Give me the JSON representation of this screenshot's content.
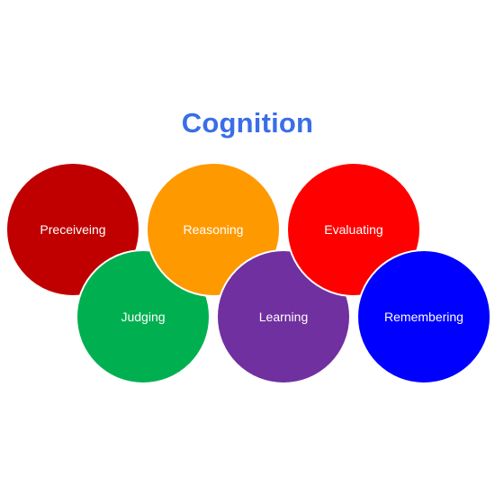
{
  "diagram": {
    "title": "Cognition",
    "title_color": "#3a6ee8",
    "nodes": [
      {
        "label": "Preceiveing",
        "color": "#c00000"
      },
      {
        "label": "Judging",
        "color": "#00b050"
      },
      {
        "label": "Reasoning",
        "color": "#ff9900"
      },
      {
        "label": "Learning",
        "color": "#7030a0"
      },
      {
        "label": "Evaluating",
        "color": "#ff0000"
      },
      {
        "label": "Remembering",
        "color": "#0000ff"
      }
    ]
  }
}
